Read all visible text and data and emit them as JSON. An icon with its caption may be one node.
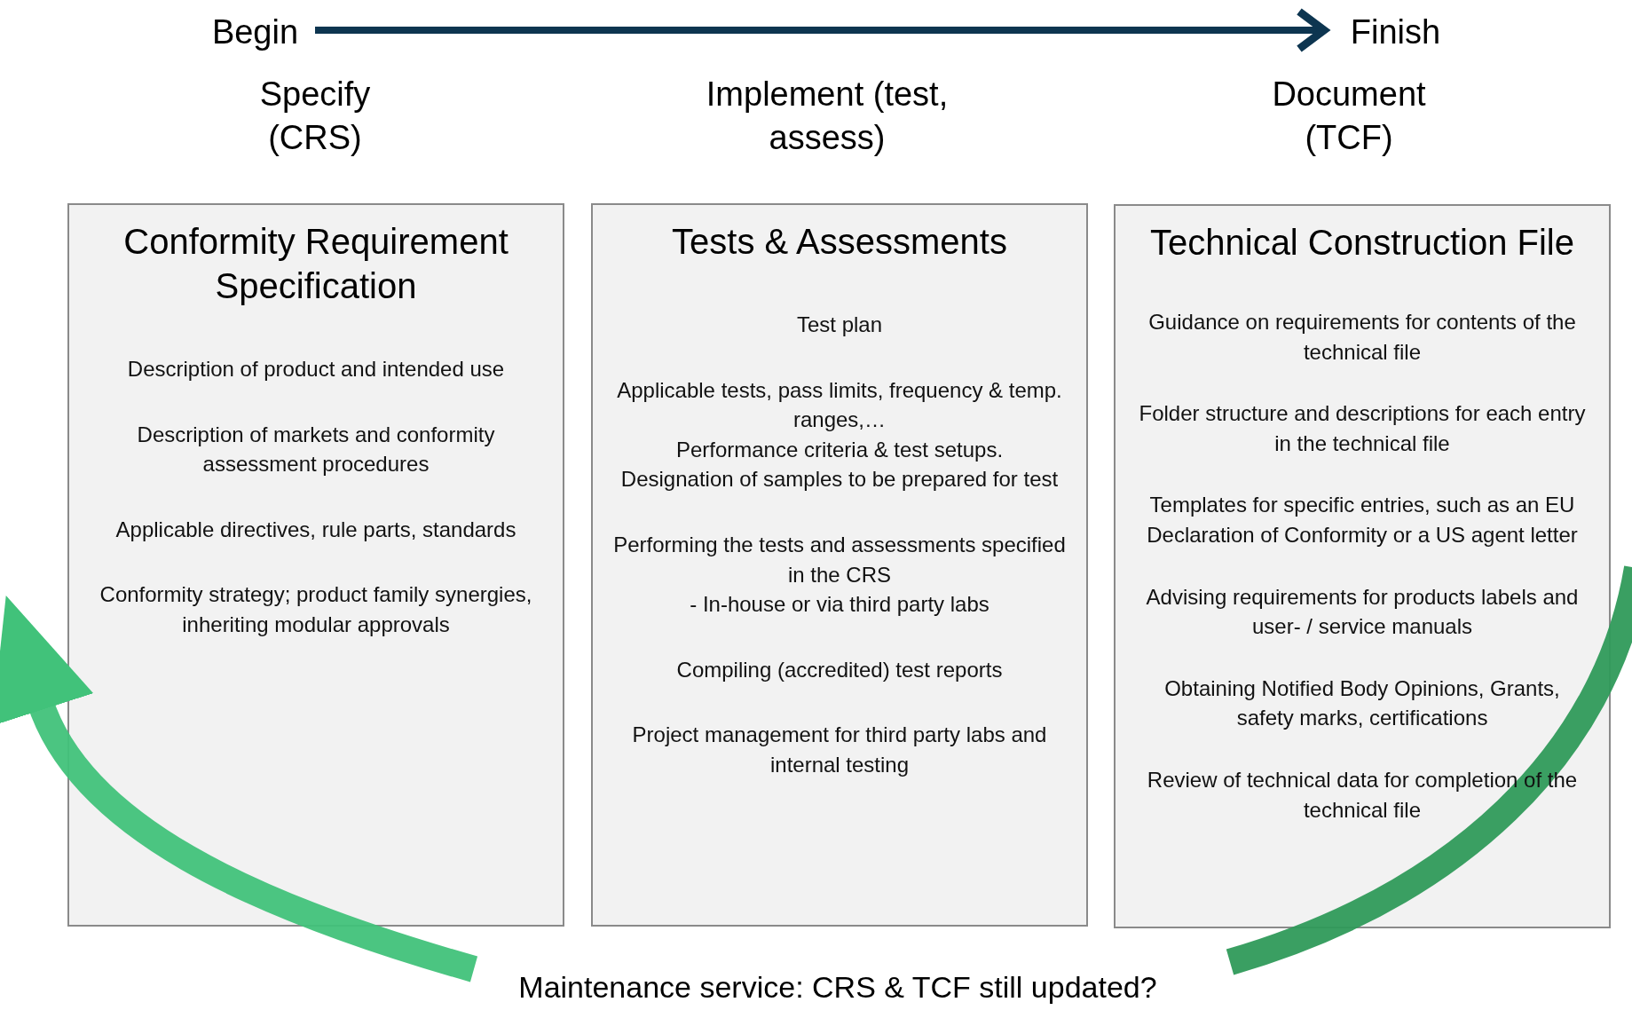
{
  "diagram": {
    "nodes": [
      {
        "text": [
          "Begin"
        ]
      },
      {
        "text": [
          "Finish"
        ]
      },
      {
        "text": [
          "Conformity Requirement Specification",
          "Description of product and intended use",
          "Description of markets and conformity assessment procedures",
          "Applicable directives, rule parts, standards",
          "Conformity strategy; product family synergies, inheriting modular approvals"
        ]
      },
      {
        "text": [
          "Tests & Assessments",
          "Test plan",
          "Applicable tests, pass limits, frequency & temp. ranges,…",
          "Performance criteria & test setups.",
          "Designation of samples to be prepared for test",
          "Performing the tests and assessments specified in the CRS",
          "-    In-house or via third party labs",
          "Compiling (accredited) test reports",
          "Project management for third party labs and internal testing"
        ]
      },
      {
        "text": [
          "Technical Construction File",
          "Guidance on requirements for contents of the technical file",
          "Folder structure and descriptions for each entry in the technical file",
          "Templates for specific entries, such as an EU Declaration of Conformity or a US agent letter",
          "Advising requirements for products labels and user- / service manuals",
          "Obtaining Notified Body Opinions, Grants, safety marks, certifications",
          "Review of technical data for completion of the technical file"
        ]
      },
      {
        "text": [
          "Maintenance service: CRS & TCF still updated?"
        ]
      }
    ],
    "edges": [
      {
        "from": 0,
        "to": 1,
        "arrow": "to",
        "color": "#0d3550"
      },
      {
        "from": 5,
        "to": 2,
        "arrow": "to",
        "color": "#41c27a"
      },
      {
        "from": null,
        "to": 5,
        "arrow": "none",
        "color": "#2f9a5a"
      }
    ],
    "labels": [
      "Specify (CRS)",
      "Implement (test, assess)",
      "Document (TCF)"
    ]
  }
}
